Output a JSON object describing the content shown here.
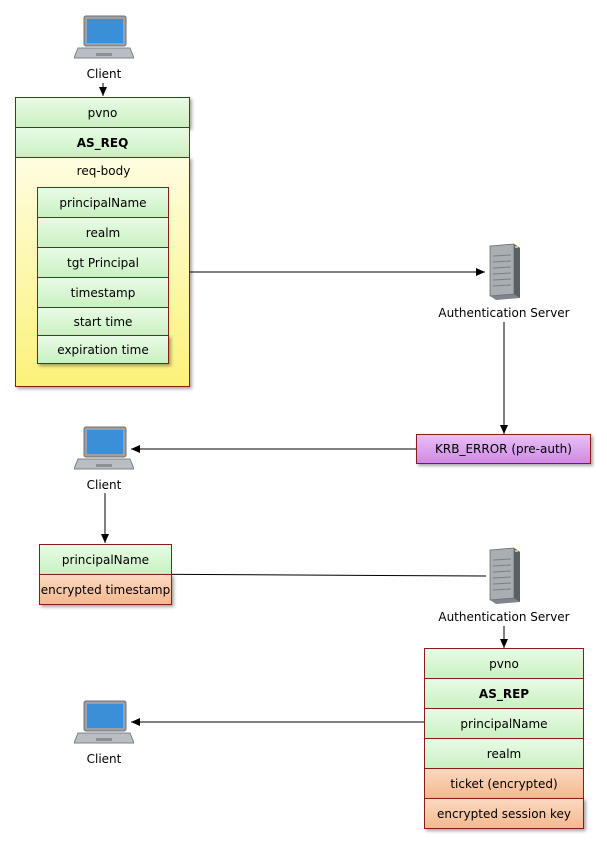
{
  "client_label": "Client",
  "server_label": "Authentication Server",
  "as_req": {
    "pvno": "pvno",
    "msg_type": "AS_REQ",
    "req_body": "req-body",
    "fields": [
      "principalName",
      "realm",
      "tgt Principal",
      "timestamp",
      "start time",
      "expiration time"
    ]
  },
  "krb_error": "KRB_ERROR (pre-auth)",
  "preauth": {
    "principal": "principalName",
    "enc_timestamp": "encrypted timestamp"
  },
  "as_rep": {
    "pvno": "pvno",
    "msg_type": "AS_REP",
    "principal": "principalName",
    "realm": "realm",
    "ticket": "ticket (encrypted)",
    "session_key": "encrypted session key"
  },
  "colors": {
    "border": "#8b1a1a",
    "green": "#c9f1c2",
    "orange": "#f5b88f",
    "purple": "#cf8ae6",
    "yellow": "#fbf27a"
  },
  "icons": [
    "laptop-icon",
    "server-icon"
  ]
}
